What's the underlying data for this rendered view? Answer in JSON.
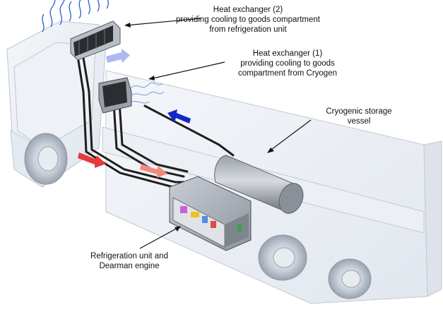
{
  "labels": {
    "hx2": [
      "Heat exchanger (2)",
      "providing cooling to goods compartment",
      "from refrigeration unit"
    ],
    "hx1": [
      "Heat exchanger (1)",
      "providing cooling to goods",
      "compartment from Cryogen"
    ],
    "vessel": [
      "Cryogenic storage",
      "vessel"
    ],
    "engine": [
      "Refrigeration unit and",
      "Dearman engine"
    ]
  },
  "colors": {
    "background": "#ffffff",
    "truck_body": "#e6ebf2",
    "truck_outline": "#b8c0cc",
    "pipe": "#1e1e1e",
    "cold_arrow": "#1428c8",
    "warm_arrow": "#e63b3b",
    "light_warm_arrow": "#f08a80",
    "light_cold_arrow": "#aeb8f0",
    "cold_air": "#2a5bd7"
  },
  "icons": [
    "heat-exchanger-icon",
    "cryogenic-tank-icon",
    "engine-box-icon",
    "flow-arrow-icon"
  ]
}
